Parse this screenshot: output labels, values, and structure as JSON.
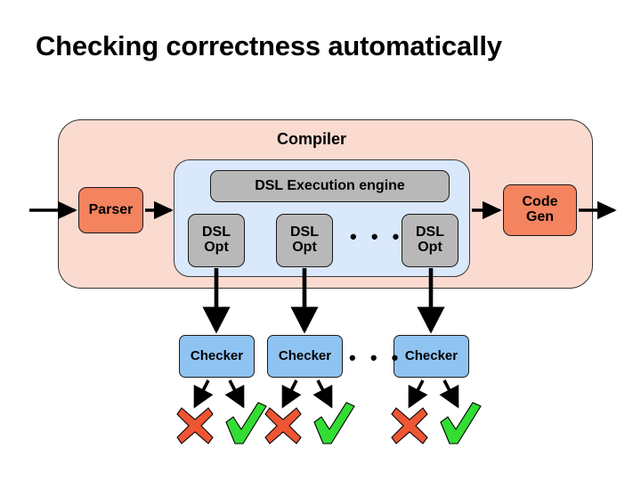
{
  "slide": {
    "title": "Checking correctness automatically",
    "background_color": "#ffffff"
  },
  "compiler": {
    "label": "Compiler",
    "fill_color": "#fbdbd0",
    "border_color": "#333333"
  },
  "parser": {
    "label": "Parser",
    "fill_color": "#f4835f"
  },
  "code_gen": {
    "label_line1": "Code",
    "label_line2": "Gen",
    "fill_color": "#f4835f"
  },
  "engine": {
    "panel_fill_color": "#d9e8fb",
    "header_label": "DSL Execution engine",
    "header_fill_color": "#b8b8b8",
    "opt_boxes": [
      {
        "line1": "DSL",
        "line2": "Opt"
      },
      {
        "line1": "DSL",
        "line2": "Opt"
      },
      {
        "line1": "DSL",
        "line2": "Opt"
      }
    ],
    "opt_fill_color": "#b8b8b8",
    "ellipsis": "• • •"
  },
  "checkers": {
    "items": [
      {
        "label": "Checker"
      },
      {
        "label": "Checker"
      },
      {
        "label": "Checker"
      }
    ],
    "fill_color": "#8fc3f2",
    "ellipsis": "• • •"
  },
  "results": {
    "fail_icon_name": "red-cross-mark",
    "pass_icon_name": "green-check-mark",
    "fail_color": "#ee5533",
    "pass_color": "#33dd33",
    "pairs": [
      {
        "fail": "✘",
        "pass": "✓"
      },
      {
        "fail": "✘",
        "pass": "✓"
      },
      {
        "fail": "✘",
        "pass": "✓"
      }
    ]
  },
  "flow": {
    "input_arrow_name": "source-input-arrow",
    "output_arrow_name": "generated-code-output-arrow",
    "arrow_color": "#000000"
  }
}
